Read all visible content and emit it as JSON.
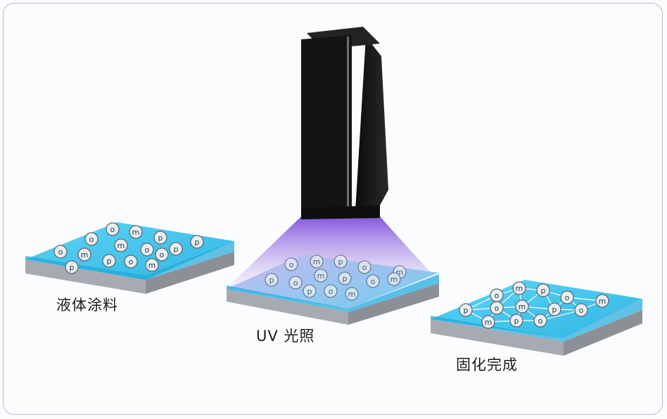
{
  "captions": {
    "liquid": "液体涂料",
    "uv": "UV 光照",
    "cured": "固化完成"
  },
  "colors": {
    "plate_top": "#3fc3ec",
    "plate_side": "#9a9ea3",
    "lamp": "#141414",
    "uv_light": "#9a74e2"
  },
  "molecules": {
    "liquid": [
      "o",
      "m",
      "p",
      "p",
      "o",
      "m",
      "o",
      "p",
      "o",
      "m",
      "p",
      "o",
      "m",
      "p",
      "o"
    ],
    "uv": [
      "o",
      "m",
      "p",
      "o",
      "m",
      "p",
      "o",
      "m",
      "p",
      "o",
      "m",
      "p",
      "o",
      "m"
    ],
    "cured": [
      "o",
      "m",
      "p",
      "o",
      "m",
      "p",
      "o",
      "m",
      "p",
      "o",
      "m",
      "p",
      "o"
    ]
  }
}
